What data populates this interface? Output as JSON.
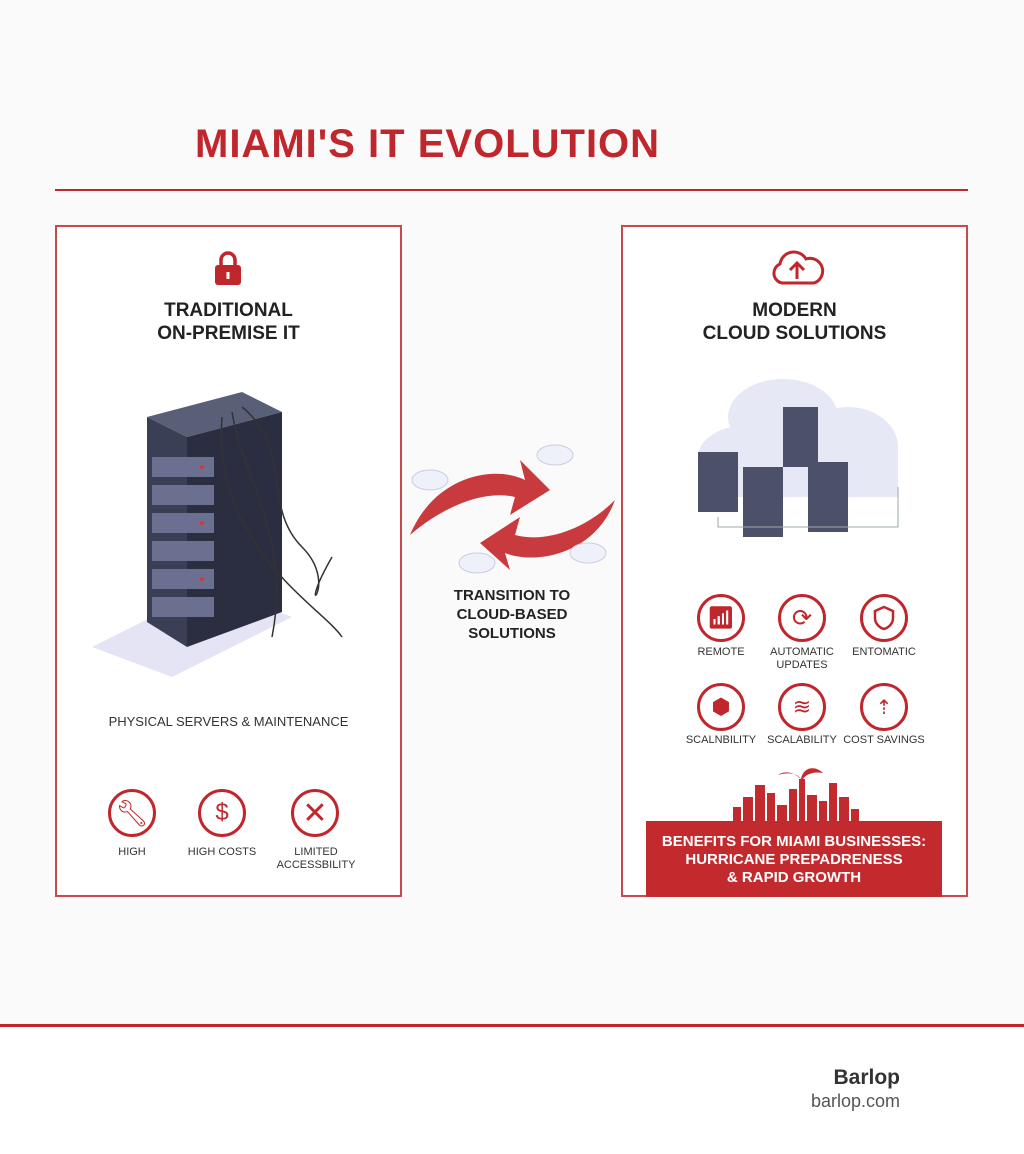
{
  "title": "MIAMI'S IT EVOLUTION",
  "left": {
    "title_line1": "TRADITIONAL",
    "title_line2": "ON-PREMISE IT",
    "caption": "PHYSICAL SERVERS & MAINTENANCE",
    "items": [
      {
        "label": "HIGH",
        "icon": "wrench-icon"
      },
      {
        "label": "HIGH COSTS",
        "icon": "dollar-icon"
      },
      {
        "label": "LIMITED ACCESSBILITY",
        "icon": "broken-chain-icon"
      }
    ]
  },
  "middle": {
    "line1": "TRANSITION TO",
    "line2": "CLOUD-BASED",
    "line3": "SOLUTIONS"
  },
  "right": {
    "title_line1": "MODERN",
    "title_line2": "CLOUD SOLUTIONS",
    "items": [
      {
        "label": "REMOTE",
        "icon": "wifi-icon"
      },
      {
        "label": "AUTOMATIC UPDATES",
        "icon": "refresh-icon"
      },
      {
        "label": "ENTOMATIC",
        "icon": "shield-icon"
      },
      {
        "label": "SCALNBILITY",
        "icon": "stack-icon"
      },
      {
        "label": "SCALABILITY",
        "icon": "layers-icon"
      },
      {
        "label": "COST SAVINGS",
        "icon": "piggy-bank-icon"
      }
    ],
    "banner_line1": "BENEFITS FOR MIAMI BUSINESSES:",
    "banner_line2": "HURRICANE PREPADRENESS",
    "banner_line3": "& RAPID GROWTH"
  },
  "footer": {
    "brand": "Barlop",
    "url": "barlop.com"
  },
  "colors": {
    "accent": "#c0272d"
  }
}
